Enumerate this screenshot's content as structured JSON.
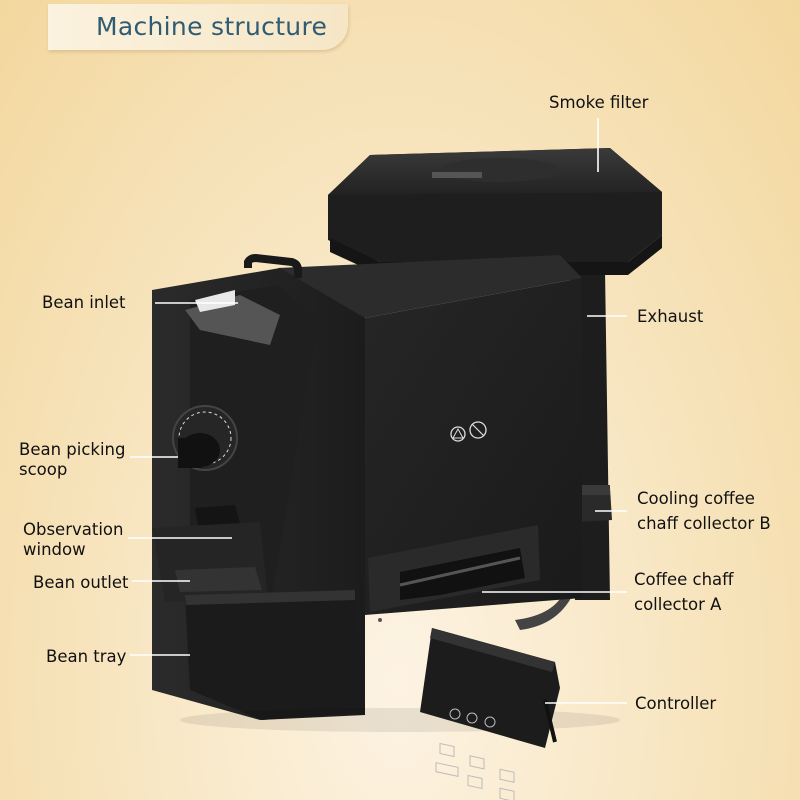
{
  "header": {
    "title": "Machine structure"
  },
  "labels": {
    "smoke_filter": "Smoke filter",
    "exhaust": "Exhaust",
    "cooling_line1": "Cooling coffee",
    "cooling_line2": "chaff collector B",
    "coffee_chaff_line1": "Coffee chaff",
    "coffee_chaff_line2": "collector A",
    "controller": "Controller",
    "bean_inlet": "Bean inlet",
    "bean_picking_line1": "Bean picking",
    "bean_picking_line2": "scoop",
    "observation_line1": "Observation",
    "observation_line2": "window",
    "bean_outlet": "Bean outlet",
    "bean_tray": "Bean tray"
  },
  "colors": {
    "title": "#2f5b73",
    "background": "#f8e7c4",
    "machine_body": "#222222",
    "leader_lines": "#ffffff"
  }
}
